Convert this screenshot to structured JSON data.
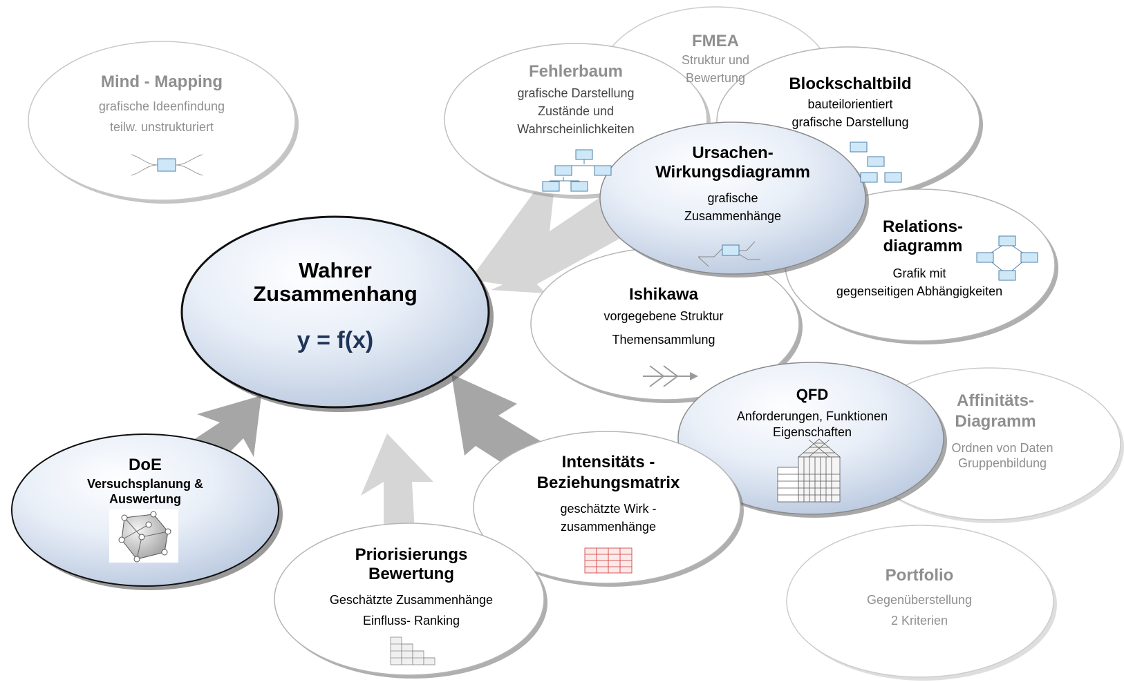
{
  "nodes": {
    "mind_mapping": {
      "title": "Mind - Mapping",
      "lines": [
        "grafische Ideenfindung",
        "teilw. unstrukturiert"
      ]
    },
    "fmea": {
      "title": "FMEA",
      "lines": [
        "Struktur und",
        "Bewertung"
      ]
    },
    "fehlerbaum": {
      "title": "Fehlerbaum",
      "lines": [
        "grafische Darstellung",
        "Zustände und",
        "Wahrscheinlichkeiten"
      ]
    },
    "blockschaltbild": {
      "title": "Blockschaltbild",
      "lines": [
        "bauteilorientiert",
        "grafische Darstellung"
      ]
    },
    "ursachen": {
      "title_lines": [
        "Ursachen-",
        "Wirkungsdiagramm"
      ],
      "lines": [
        "grafische",
        "Zusammenhänge"
      ]
    },
    "relations": {
      "title_lines": [
        "Relations-",
        "diagramm"
      ],
      "lines": [
        "Grafik mit",
        "gegenseitigen Abhängigkeiten"
      ]
    },
    "center": {
      "title_lines": [
        "Wahrer",
        "Zusammenhang"
      ],
      "formula": "y = f(x)"
    },
    "ishikawa": {
      "title": "Ishikawa",
      "lines": [
        "vorgegebene Struktur",
        "Themensammlung"
      ]
    },
    "qfd": {
      "title": "QFD",
      "lines": [
        "Anforderungen, Funktionen",
        "Eigenschaften"
      ]
    },
    "affinitaets": {
      "title_lines": [
        "Affinitäts-",
        "Diagramm"
      ],
      "lines": [
        "Ordnen von Daten",
        "Gruppenbildung"
      ]
    },
    "doe": {
      "title": "DoE",
      "subtitle_lines": [
        "Versuchsplanung &",
        "Auswertung"
      ]
    },
    "intensitaets": {
      "title_lines": [
        "Intensitäts -",
        "Beziehungsmatrix"
      ],
      "lines": [
        "geschätzte Wirk -",
        "zusammenhänge"
      ]
    },
    "priorisierung": {
      "title_lines": [
        "Priorisierungs",
        "Bewertung"
      ],
      "lines": [
        "Geschätzte Zusammenhänge",
        "Einfluss- Ranking"
      ]
    },
    "portfolio": {
      "title": "Portfolio",
      "lines": [
        "Gegenüberstellung",
        "2 Kriterien"
      ]
    }
  },
  "colors": {
    "ellipse_fill_white": "#ffffff",
    "ellipse_fill_blue_light": "#fafcff",
    "ellipse_fill_blue_dark": "#b6c6dd",
    "shadow": "#8a8a8a",
    "arrow_dark": "#a6a6a6",
    "arrow_light": "#d6d6d6",
    "faded_text": "#8f8f8f",
    "formula": "#1f3557",
    "icon_box_fill": "#cfe8f7",
    "icon_box_stroke": "#4d7fa8",
    "matrix_red": "#cc3333"
  }
}
